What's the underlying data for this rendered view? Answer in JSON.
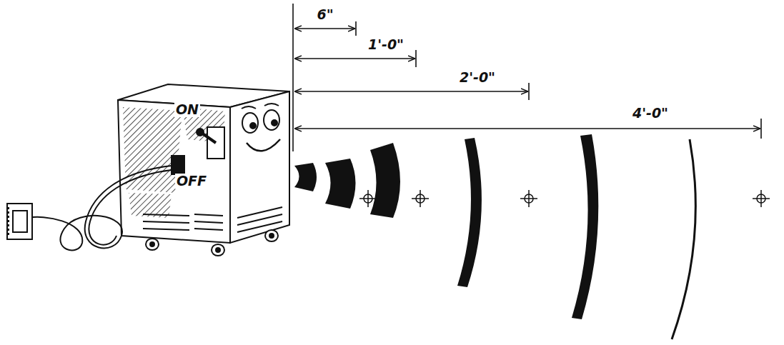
{
  "diagram": {
    "labels": [
      "6\"",
      "1'-0\"",
      "2'-0\"",
      "4'-0\"",
      "ON",
      "OFF"
    ]
  }
}
